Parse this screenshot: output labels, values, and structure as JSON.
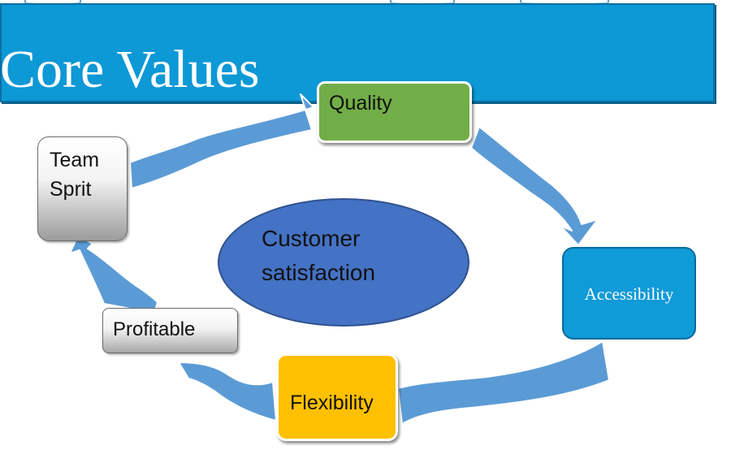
{
  "slide": {
    "title": "Core Values",
    "center": {
      "line1": "Customer",
      "line2": "satisfaction"
    },
    "nodes": {
      "quality": "Quality",
      "team_line1": "Team",
      "team_line2": "Sprit",
      "accessibility": "Accessibility",
      "flexibility": "Flexibility",
      "profitable": "Profitable"
    }
  },
  "colors": {
    "title_bar": "#0d98d6",
    "quality": "#72ae47",
    "accessibility": "#0f9ad8",
    "flexibility": "#ffc000",
    "center": "#4472c4",
    "arrow": "#5b9bd5"
  }
}
